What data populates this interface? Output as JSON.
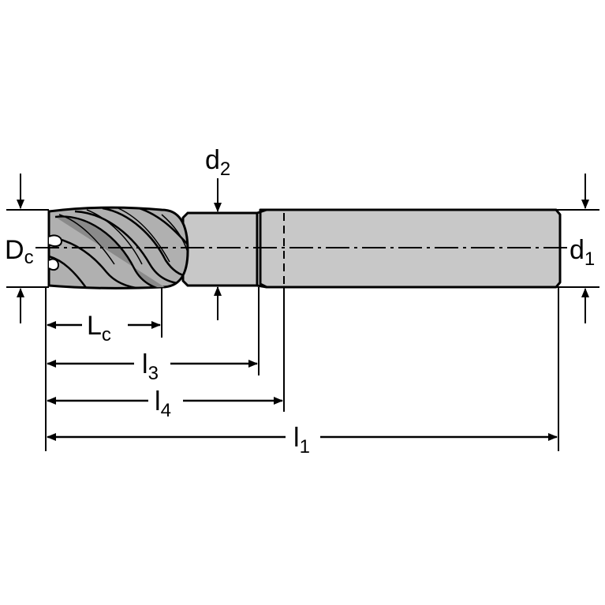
{
  "diagram": {
    "labels": {
      "dc": {
        "main": "D",
        "sub": "c"
      },
      "d2": {
        "main": "d",
        "sub": "2"
      },
      "d1": {
        "main": "d",
        "sub": "1"
      },
      "lc": {
        "main": "L",
        "sub": "c"
      },
      "l3": {
        "main": "l",
        "sub": "3"
      },
      "l4": {
        "main": "l",
        "sub": "4"
      },
      "l1": {
        "main": "l",
        "sub": "1"
      }
    },
    "colors": {
      "body_fill": "#c8c8c8",
      "line": "#000000",
      "background": "#ffffff"
    }
  }
}
